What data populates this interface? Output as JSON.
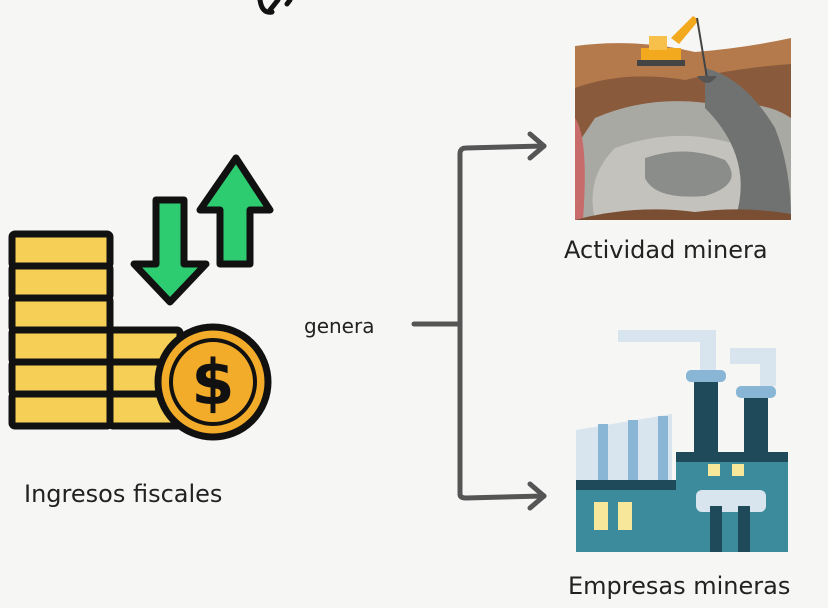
{
  "diagram": {
    "source": {
      "label": "Ingresos fiscales",
      "icon": "coin-stack-dollar-arrows-icon"
    },
    "relation": {
      "label": "genera"
    },
    "targets": [
      {
        "label": "Actividad minera",
        "icon": "open-pit-mine-icon"
      },
      {
        "label": "Empresas mineras",
        "icon": "factory-icon"
      }
    ]
  },
  "colors": {
    "background": "#f6f7f5",
    "connector": "#555555",
    "coin": "#f6cf57",
    "coin_dark": "#f3ac2a",
    "arrow_green": "#2ecc71",
    "factory_teal": "#3c8b9c",
    "factory_dark": "#1f4a5a"
  }
}
